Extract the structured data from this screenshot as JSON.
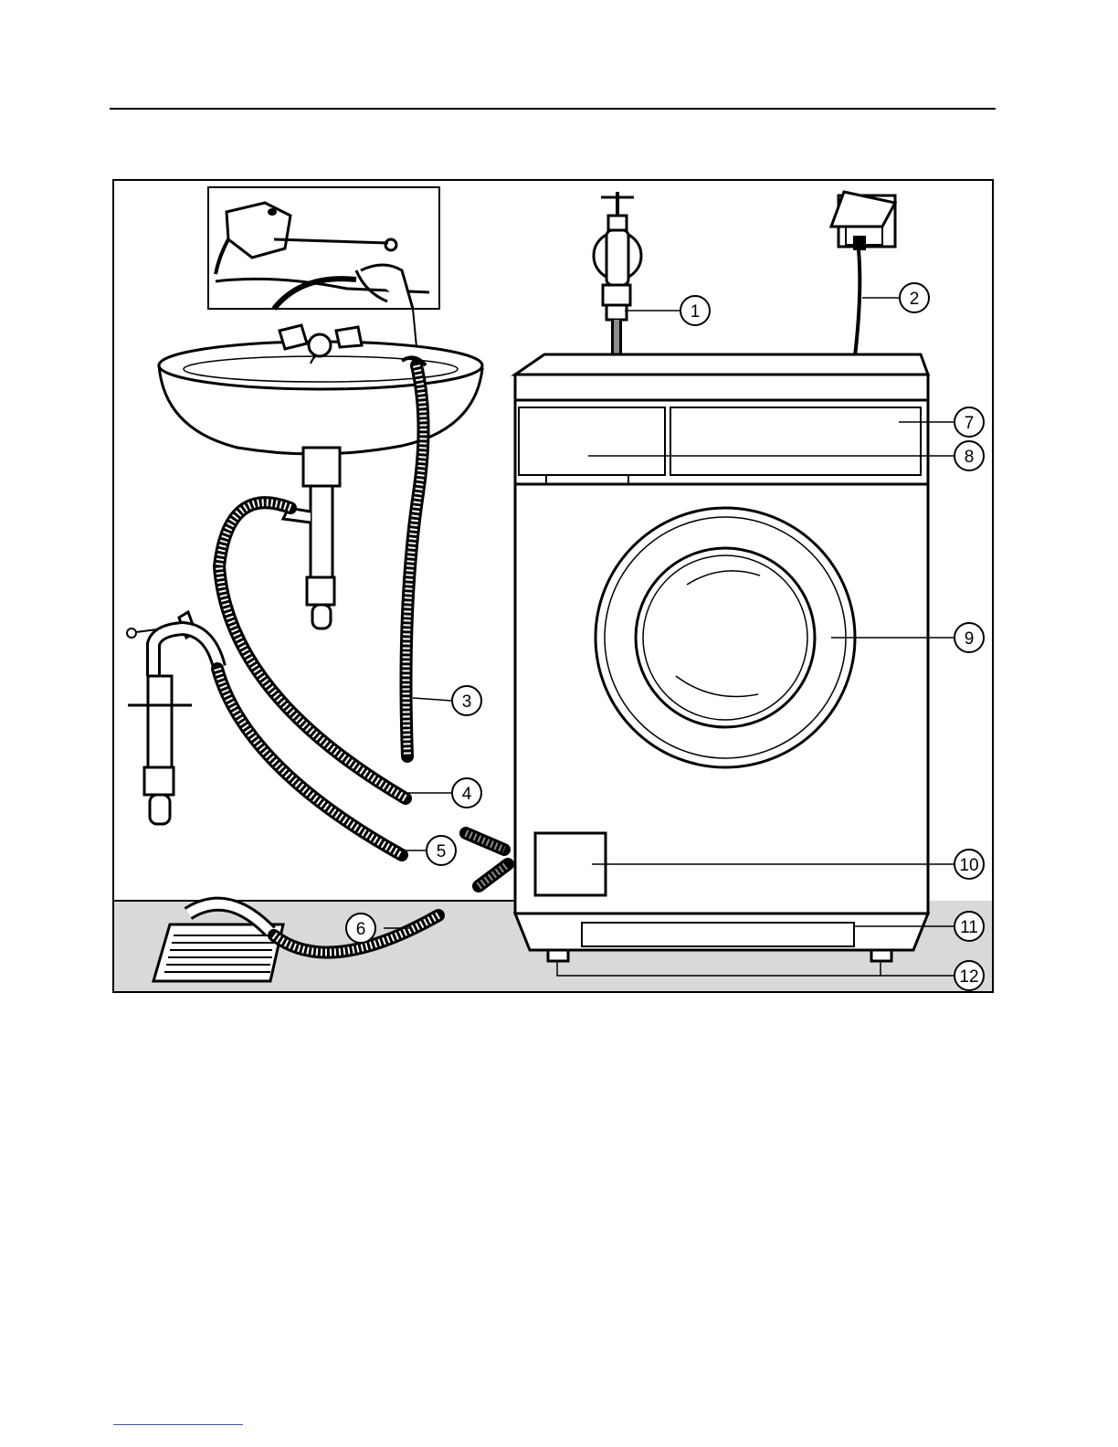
{
  "callouts": [
    {
      "id": "1",
      "label": "1"
    },
    {
      "id": "2",
      "label": "2"
    },
    {
      "id": "3",
      "label": "3"
    },
    {
      "id": "4",
      "label": "4"
    },
    {
      "id": "5",
      "label": "5"
    },
    {
      "id": "6",
      "label": "6"
    },
    {
      "id": "7",
      "label": "7"
    },
    {
      "id": "8",
      "label": "8"
    },
    {
      "id": "9",
      "label": "9"
    },
    {
      "id": "10",
      "label": "10"
    },
    {
      "id": "11",
      "label": "11"
    },
    {
      "id": "12",
      "label": "12"
    }
  ],
  "colors": {
    "ink": "#000000",
    "floor": "#d9d9d9",
    "paper": "#ffffff",
    "hose_fill": "#8c8c8c",
    "link_rule": "#3a55c8"
  }
}
